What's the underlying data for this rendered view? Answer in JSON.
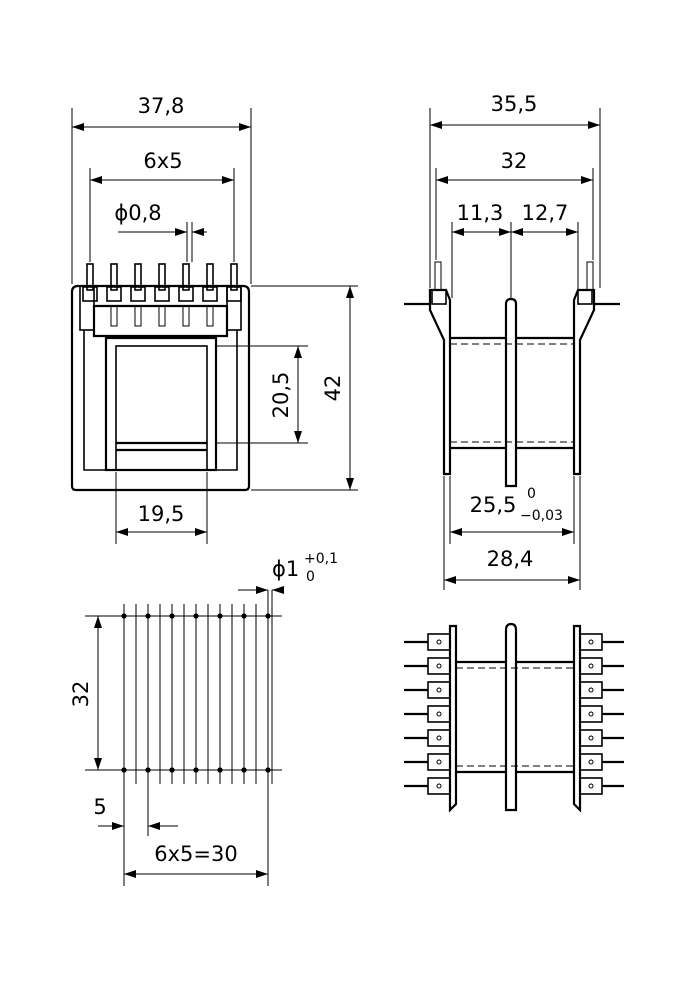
{
  "views": {
    "front": {
      "dim_overall_width": "37,8",
      "dim_pin_span": "6x5",
      "dim_pin_diameter": "ϕ0,8",
      "dim_window_height": "20,5",
      "dim_overall_height": "42",
      "dim_window_width": "19,5"
    },
    "side": {
      "dim_overall_width": "35,5",
      "dim_flange_span": "32",
      "dim_left_section": "11,3",
      "dim_right_section": "12,7",
      "dim_core_length": "25,5",
      "dim_core_tol_upper": "0",
      "dim_core_tol_lower": "−0,03",
      "dim_bobbin_length": "28,4"
    },
    "pcb_layout": {
      "dim_hole_diameter": "ϕ1",
      "dim_hole_tol_upper": "+0,1",
      "dim_hole_tol_lower": "0",
      "dim_row_spacing": "32",
      "dim_pitch": "5",
      "dim_total_pitch": "6x5=30"
    },
    "bottom": {}
  }
}
